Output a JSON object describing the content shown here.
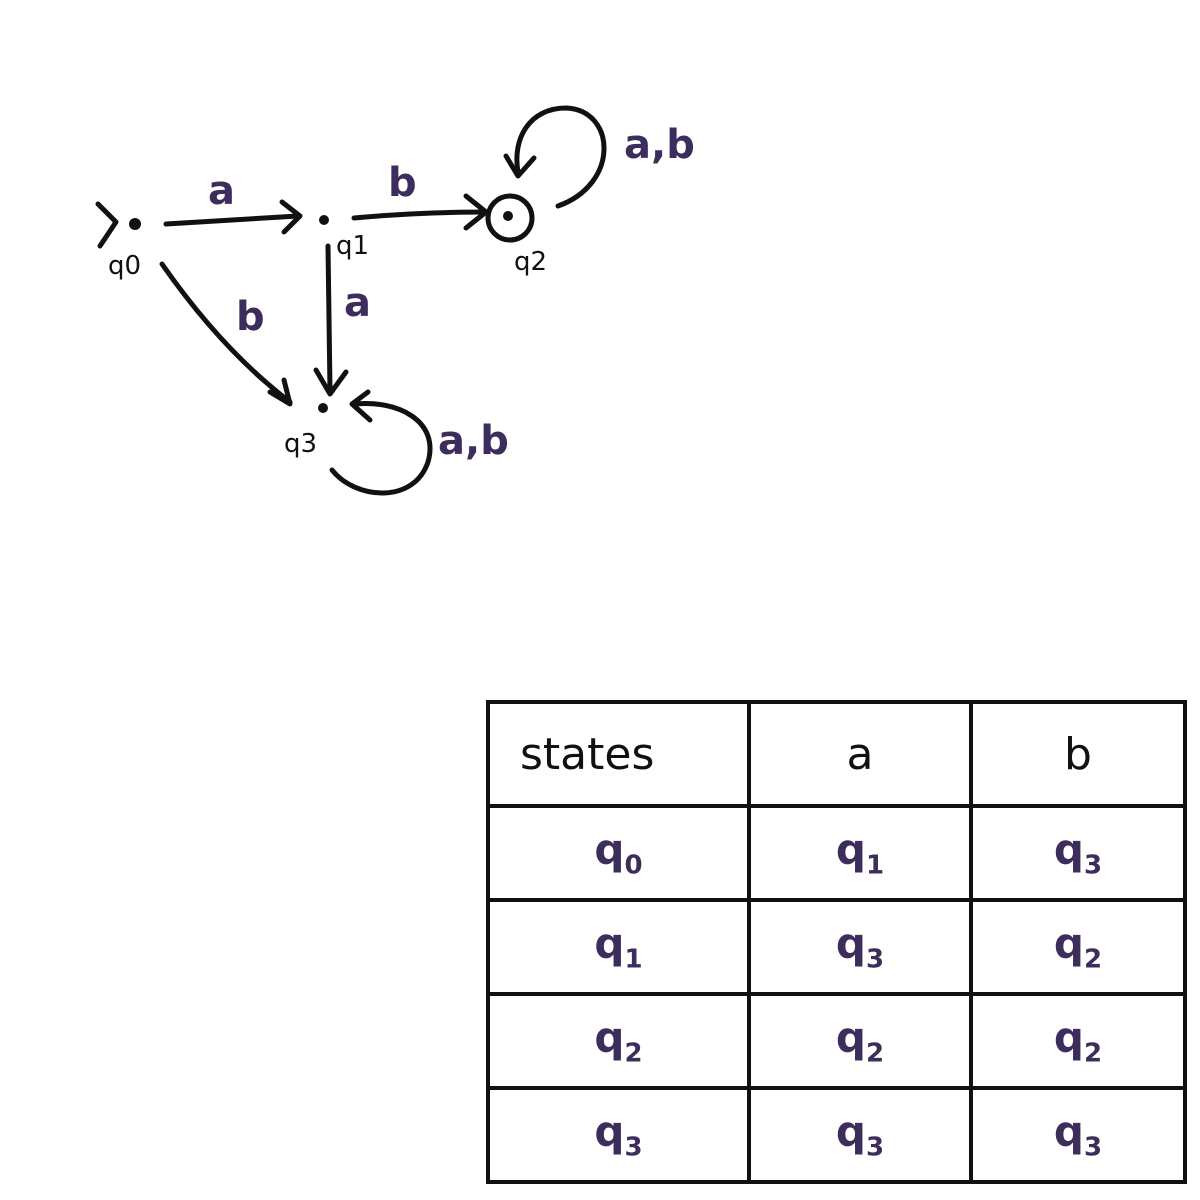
{
  "diagram": {
    "states": [
      {
        "id": "q0",
        "label": "q0",
        "start": true,
        "accept": false
      },
      {
        "id": "q1",
        "label": "q1",
        "start": false,
        "accept": false
      },
      {
        "id": "q2",
        "label": "q2",
        "start": false,
        "accept": true
      },
      {
        "id": "q3",
        "label": "q3",
        "start": false,
        "accept": false
      }
    ],
    "transitions": [
      {
        "from": "q0",
        "to": "q1",
        "label": "a"
      },
      {
        "from": "q1",
        "to": "q2",
        "label": "b"
      },
      {
        "from": "q1",
        "to": "q3",
        "label": "a"
      },
      {
        "from": "q0",
        "to": "q3",
        "label": "b"
      },
      {
        "from": "q2",
        "to": "q2",
        "label": "a,b"
      },
      {
        "from": "q3",
        "to": "q3",
        "label": "a,b"
      }
    ]
  },
  "table": {
    "headers": [
      "states",
      "a",
      "b"
    ],
    "rows": [
      {
        "state": {
          "base": "q",
          "sub": "0"
        },
        "a": {
          "base": "q",
          "sub": "1"
        },
        "b": {
          "base": "q",
          "sub": "3"
        }
      },
      {
        "state": {
          "base": "q",
          "sub": "1"
        },
        "a": {
          "base": "q",
          "sub": "3"
        },
        "b": {
          "base": "q",
          "sub": "2"
        }
      },
      {
        "state": {
          "base": "q",
          "sub": "2"
        },
        "a": {
          "base": "q",
          "sub": "2"
        },
        "b": {
          "base": "q",
          "sub": "2"
        }
      },
      {
        "state": {
          "base": "q",
          "sub": "3"
        },
        "a": {
          "base": "q",
          "sub": "3"
        },
        "b": {
          "base": "q",
          "sub": "3"
        }
      }
    ]
  },
  "colors": {
    "ink": "#111111",
    "purple_ink": "#3d2d5c"
  }
}
